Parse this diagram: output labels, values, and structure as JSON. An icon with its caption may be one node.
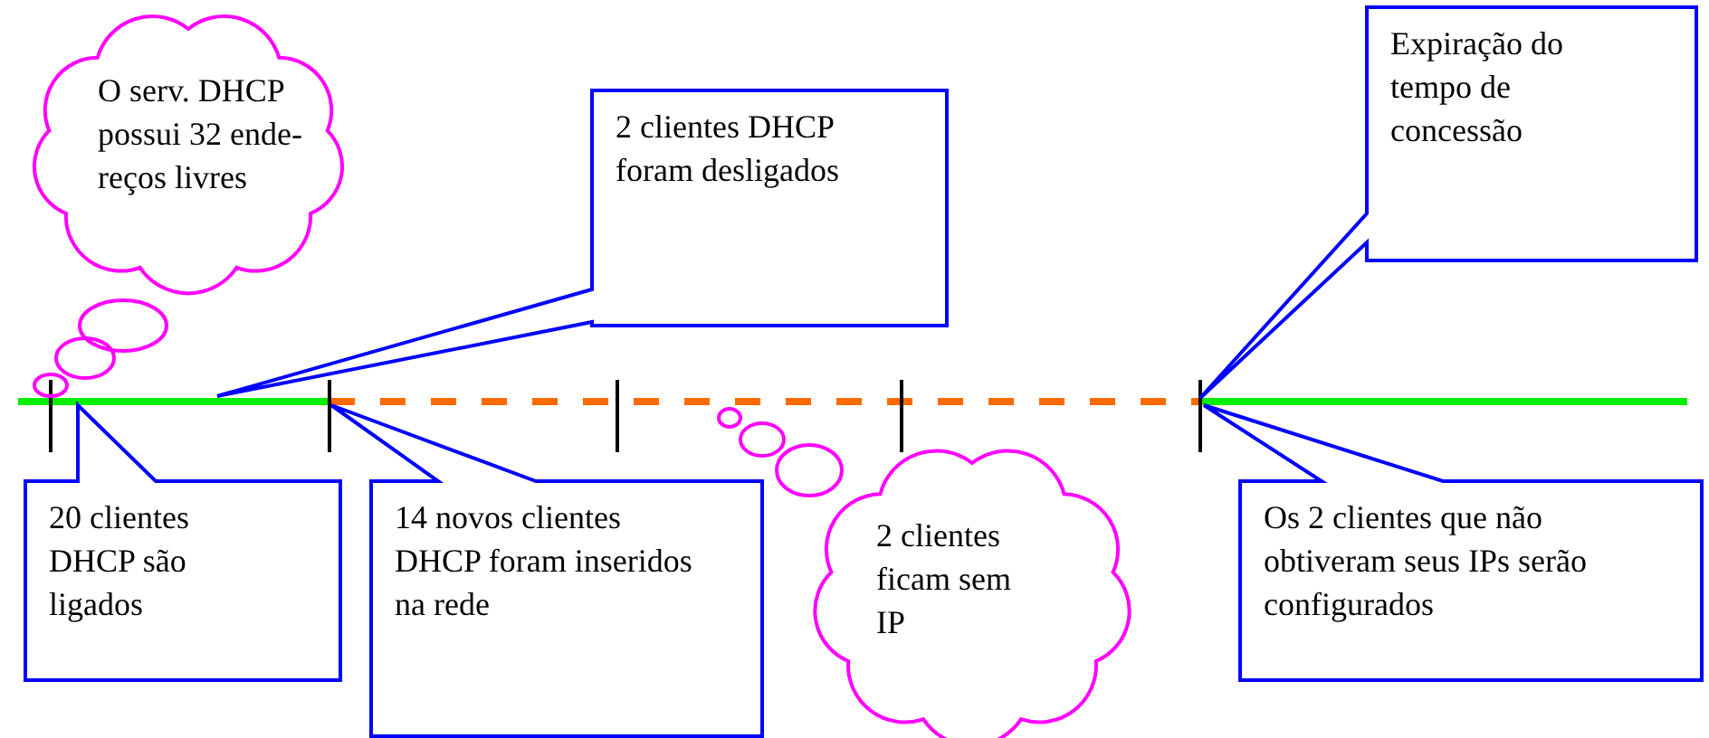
{
  "diagram": {
    "nodes": [
      {
        "text": [
          "O serv. DHCP possui 32 ende- reços livres"
        ]
      },
      {
        "text": [
          "2 clientes DHCP foram desligados"
        ]
      },
      {
        "text": [
          "Expiração do tempo de concessão"
        ]
      },
      {
        "text": [
          "20 clientes DHCP são ligados"
        ]
      },
      {
        "text": [
          "14 novos clientes DHCP foram inseridos na rede"
        ]
      },
      {
        "text": [
          "2 clientes ficam sem IP"
        ]
      },
      {
        "text": [
          "Os 2 clientes que não obtiveram seus IPs serão configurados"
        ]
      }
    ]
  }
}
